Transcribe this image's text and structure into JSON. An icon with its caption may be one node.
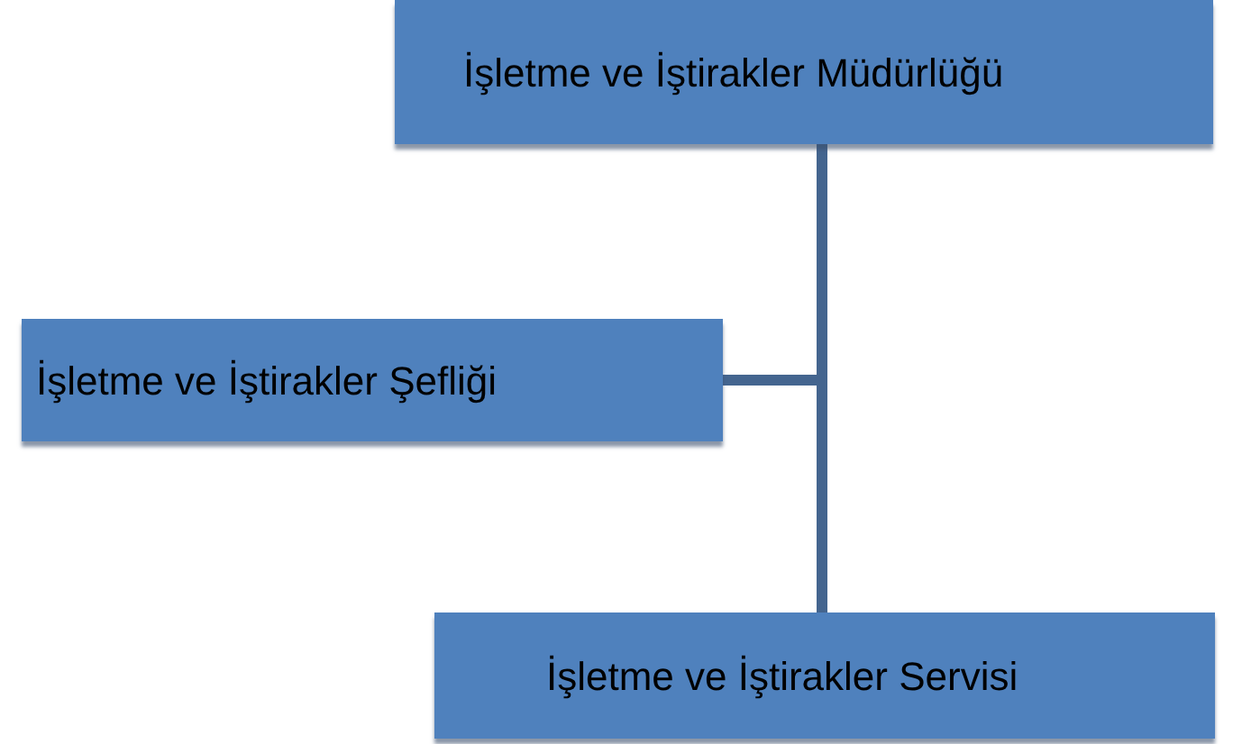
{
  "diagram": {
    "nodes": [
      {
        "text": [
          "İşletme ve İştirakler Müdürlüğü"
        ]
      },
      {
        "text": [
          "İşletme ve İştirakler Şefliği"
        ]
      },
      {
        "text": [
          "İşletme ve İştirakler Servisi"
        ]
      }
    ],
    "edges": [
      {
        "from": 0,
        "to": 1,
        "arrow": "none"
      },
      {
        "from": 0,
        "to": 2,
        "arrow": "none"
      }
    ]
  }
}
